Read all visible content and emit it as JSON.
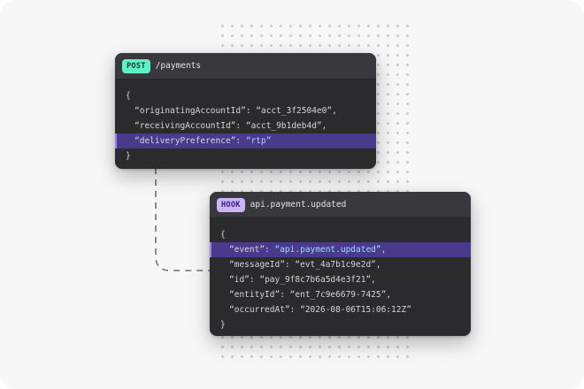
{
  "request_card": {
    "method": "POST",
    "path": "/payments",
    "lines": [
      {
        "text": "{",
        "highlighted": false
      },
      {
        "key": "“originatingAccountId”",
        "value": "“acct_3f2504e0”,",
        "highlighted": false
      },
      {
        "key": "“receivingAccountId”",
        "value": "“acct_9b1deb4d”,",
        "highlighted": false
      },
      {
        "key": "“deliveryPreference”",
        "value": "“rtp”",
        "highlighted": true
      },
      {
        "text": "}",
        "highlighted": false
      }
    ]
  },
  "webhook_card": {
    "method": "HOOK",
    "path": "api.payment.updated",
    "lines": [
      {
        "text": "{",
        "highlighted": false
      },
      {
        "key": "“event”",
        "value": "“api.payment.updated”,",
        "highlighted": true
      },
      {
        "key": "“messageId”",
        "value": "“evt_4a7b1c9e2d”,",
        "highlighted": false
      },
      {
        "key": "“id”",
        "value": "“pay_9f8c7b6a5d4e3f21”,",
        "highlighted": false
      },
      {
        "key": "“entityId”",
        "value": "“ent_7c9e6679-7425”,",
        "highlighted": false
      },
      {
        "key": "“occurredAt”",
        "value": "“2026-08-06T15:06:12Z”",
        "highlighted": false
      },
      {
        "text": "}",
        "highlighted": false
      }
    ]
  },
  "colors": {
    "post_badge": "#5ff0c4",
    "hook_badge": "#cbb4f7",
    "highlight_row": "#4a3a8c",
    "card_bg": "#2b2b2e"
  }
}
